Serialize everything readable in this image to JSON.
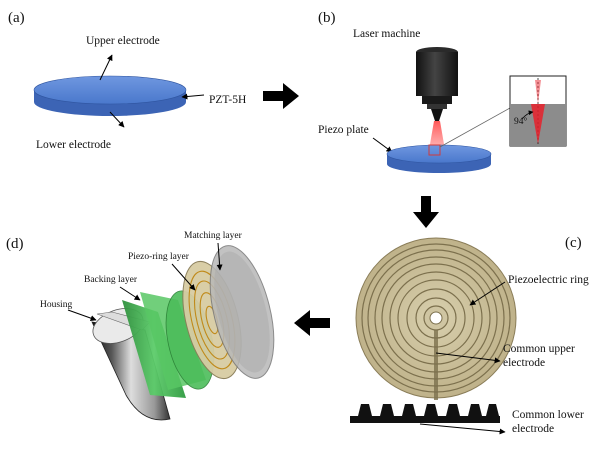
{
  "panels": {
    "a": {
      "label": "(a)",
      "upper_electrode": "Upper electrode",
      "material": "PZT-5H",
      "lower_electrode": "Lower electrode"
    },
    "b": {
      "label": "(b)",
      "laser_machine": "Laser machine",
      "piezo_plate": "Piezo plate",
      "angle": "94°"
    },
    "c": {
      "label": "(c)",
      "piezoelectric_ring": "Piezoelectric ring",
      "common_upper_line1": "Common upper",
      "common_upper_line2": "electrode",
      "common_lower_line1": "Common lower",
      "common_lower_line2": "electrode"
    },
    "d": {
      "label": "(d)",
      "matching_layer": "Matching layer",
      "piezo_ring_layer": "Piezo-ring layer",
      "backing_layer": "Backing layer",
      "housing": "Housing"
    }
  },
  "colors": {
    "plate_blue": "#4a78cc",
    "ring_tan": "#c9bd97",
    "laser_red": "#e8202a",
    "backing_green": "#3fb24f",
    "arrow_black": "#000000"
  },
  "icons": [
    "arrow-right-icon",
    "arrow-down-icon",
    "arrow-left-icon"
  ]
}
